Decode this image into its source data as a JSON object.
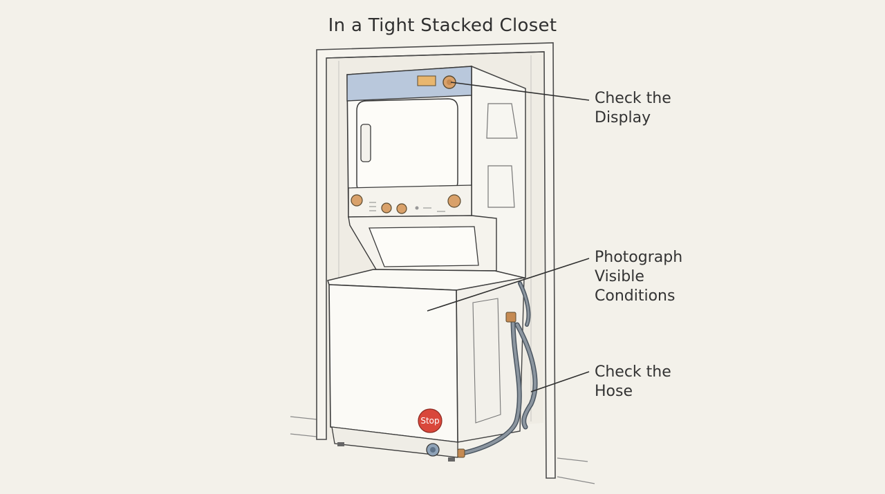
{
  "title": "In a Tight Stacked Closet",
  "callouts": {
    "display": "Check the\nDisplay",
    "photograph": "Photograph\nVisible\nConditions",
    "hose": "Check the\nHose"
  },
  "stop_badge": "Stop",
  "colors": {
    "background": "#f3f1ea",
    "line": "#3a3a3a",
    "control_panel": "#b9c8dc",
    "knob": "#d9a16a",
    "display": "#e8b66e",
    "stop": "#d9473b",
    "hose": "#7b8590"
  }
}
